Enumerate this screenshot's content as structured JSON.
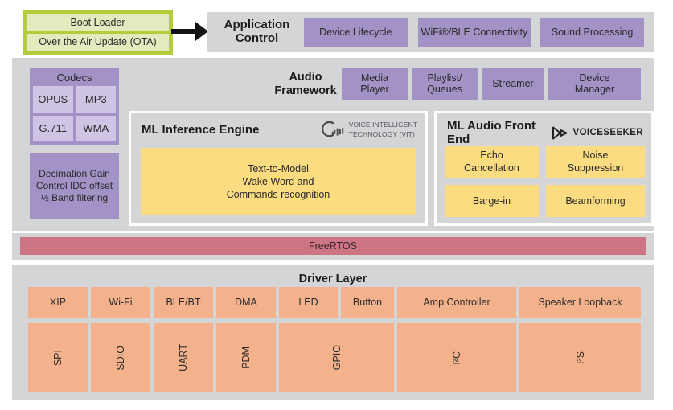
{
  "colors": {
    "band_gray": "#d4d5d6",
    "purple": "#a292c6",
    "purple_light": "#cfc4e3",
    "yellow": "#fbdc81",
    "orange": "#f3b28c",
    "pink": "#ce7585",
    "green_border": "#b2cc3a",
    "green_fill": "#e2eabe",
    "arrow_black": "#121212"
  },
  "boot": {
    "loader": "Boot Loader",
    "ota": "Over the Air Update (OTA)"
  },
  "application": {
    "title": "Application\nControl",
    "device_lifecycle": "Device Lifecycle",
    "wifi_ble": "WiFi®/BLE Connectivity",
    "sound_processing": "Sound Processing"
  },
  "codecs": {
    "title": "Codecs",
    "items": [
      "OPUS",
      "MP3",
      "G.711",
      "WMA"
    ]
  },
  "dsp": {
    "decimation": "Decimation Gain\nControl IDC offset\n½ Band filtering"
  },
  "audio_framework": {
    "title": "Audio\nFramework",
    "media_player": "Media\nPlayer",
    "playlist_queues": "Playlist/\nQueues",
    "streamer": "Streamer",
    "device_manager": "Device\nManager"
  },
  "ml_inference": {
    "title": "ML Inference Engine",
    "vit_label": "VOICE INTELLIGENT\nTECHNOLOGY (VIT)",
    "content": "Text-to-Model\nWake Word and\nCommands recognition"
  },
  "ml_audio_front_end": {
    "title": "ML Audio Front End",
    "logo": "VOICESEEKER",
    "echo": "Echo\nCancellation",
    "noise": "Noise\nSuppression",
    "barge_in": "Barge-in",
    "beamforming": "Beamforming"
  },
  "rtos": {
    "label": "FreeRTOS"
  },
  "driver": {
    "title": "Driver Layer",
    "row1": [
      "XIP",
      "Wi-Fi",
      "BLE/BT",
      "DMA",
      "LED",
      "Button",
      "Amp Controller",
      "Speaker Loopback"
    ],
    "row2": [
      "SPI",
      "SDIO",
      "UART",
      "PDM",
      "GPIO",
      "I²C",
      "I²S"
    ]
  }
}
